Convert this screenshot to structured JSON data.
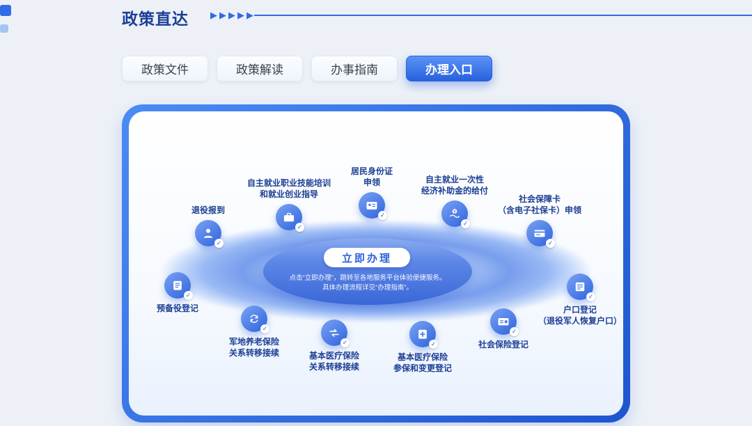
{
  "header": {
    "title": "政策直达",
    "arrows": "▶▶▶▶▶"
  },
  "tabs": [
    {
      "label": "政策文件",
      "active": false
    },
    {
      "label": "政策解读",
      "active": false
    },
    {
      "label": "办事指南",
      "active": false
    },
    {
      "label": "办理入口",
      "active": true
    }
  ],
  "diagram": {
    "center_button": "立即办理",
    "note_line1": "点击“立即办理”，跳转至各地服务平台体验便捷服务。",
    "note_line2": "具体办理流程详见“办理指南”。",
    "check_glyph": "✓",
    "accent_color": "#2e63dd",
    "items": [
      {
        "line1": "退役报到",
        "icon": "veteran-report-icon"
      },
      {
        "line1": "自主就业职业技能培训",
        "line2": "和就业创业指导",
        "icon": "skills-training-icon"
      },
      {
        "line1": "居民身份证",
        "line2": "申领",
        "icon": "id-card-icon"
      },
      {
        "line1": "自主就业一次性",
        "line2": "经济补助金的给付",
        "icon": "subsidy-payment-icon"
      },
      {
        "line1": "社会保障卡",
        "line2": "（含电子社保卡）申领",
        "icon": "social-security-card-icon"
      },
      {
        "line1": "户口登记",
        "line2": "（退役军人恢复户口）",
        "icon": "household-registration-icon"
      },
      {
        "line1": "社会保险登记",
        "icon": "social-insurance-icon"
      },
      {
        "line1": "基本医疗保险",
        "line2": "参保和变更登记",
        "icon": "medical-insurance-registration-icon"
      },
      {
        "line1": "基本医疗保险",
        "line2": "关系转移接续",
        "icon": "medical-insurance-transfer-icon"
      },
      {
        "line1": "军地养老保险",
        "line2": "关系转移接续",
        "icon": "pension-transfer-icon"
      },
      {
        "line1": "预备役登记",
        "icon": "reserve-registration-icon"
      }
    ]
  }
}
